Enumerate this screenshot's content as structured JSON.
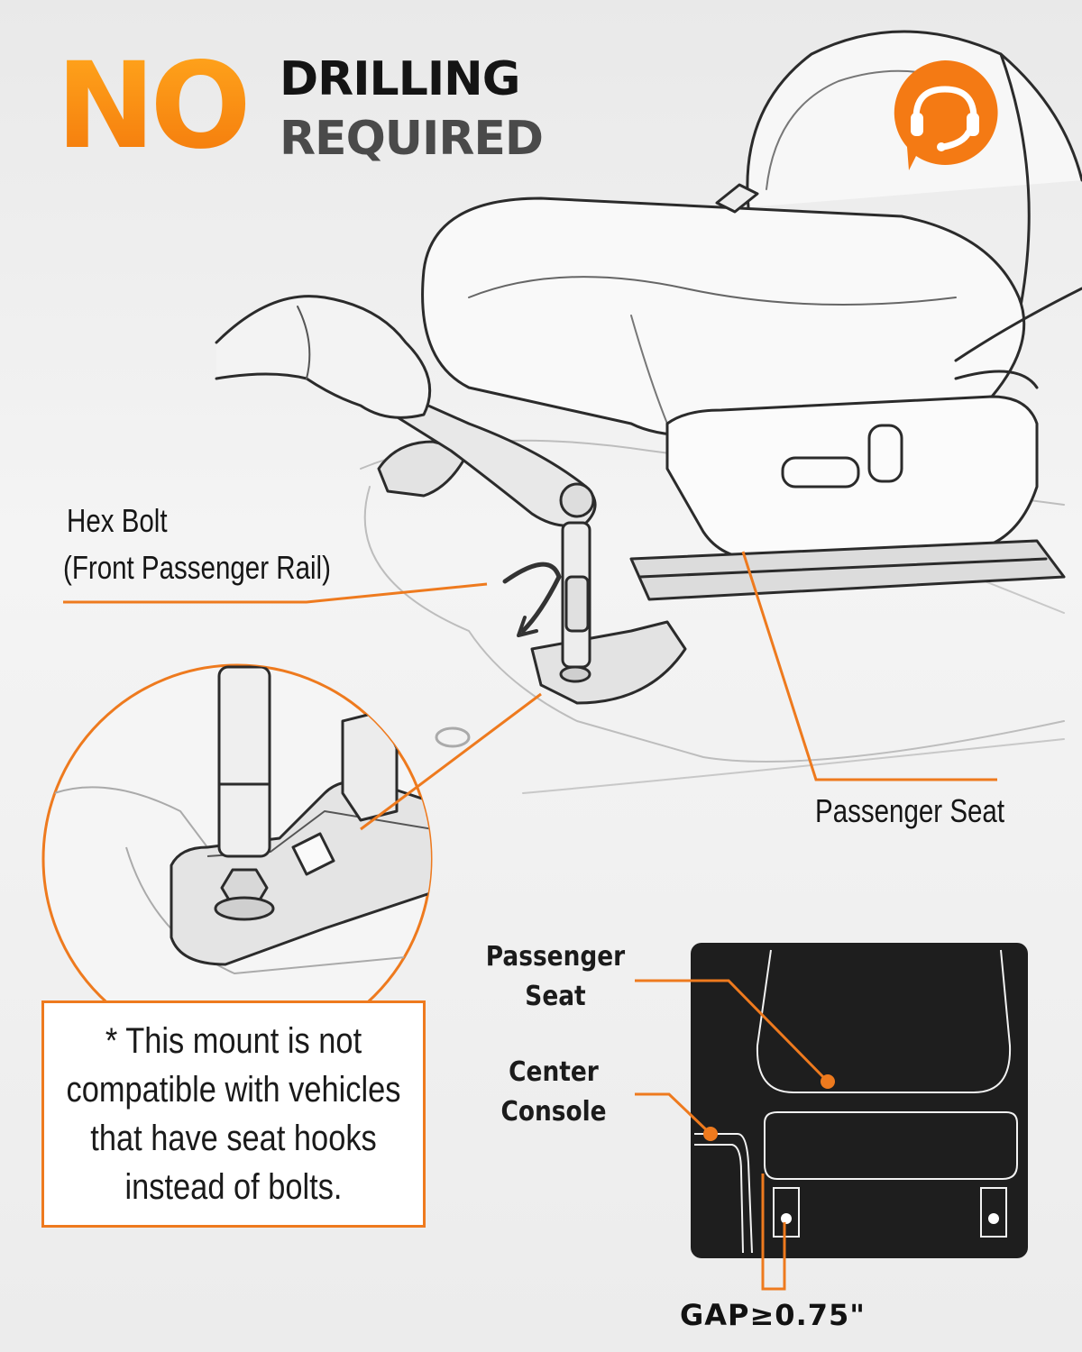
{
  "headline": {
    "no": "NO",
    "line1": "DRILLING",
    "line2": "REQUIRED"
  },
  "badge": {
    "icon": "headset-icon",
    "color": "#f47a14"
  },
  "callouts": {
    "hex_bolt_line1": "Hex Bolt",
    "hex_bolt_line2": "(Front Passenger Rail)",
    "passenger_seat": "Passenger Seat"
  },
  "note": {
    "text": "* This mount is not compatible with vehicles that have seat hooks instead of bolts."
  },
  "diagram": {
    "passenger_seat_line1": "Passenger",
    "passenger_seat_line2": "Seat",
    "center_console_line1": "Center",
    "center_console_line2": "Console",
    "gap": "GAP≥0.75\""
  },
  "colors": {
    "accent": "#ee7a1e",
    "panel": "#1e1e1e"
  }
}
